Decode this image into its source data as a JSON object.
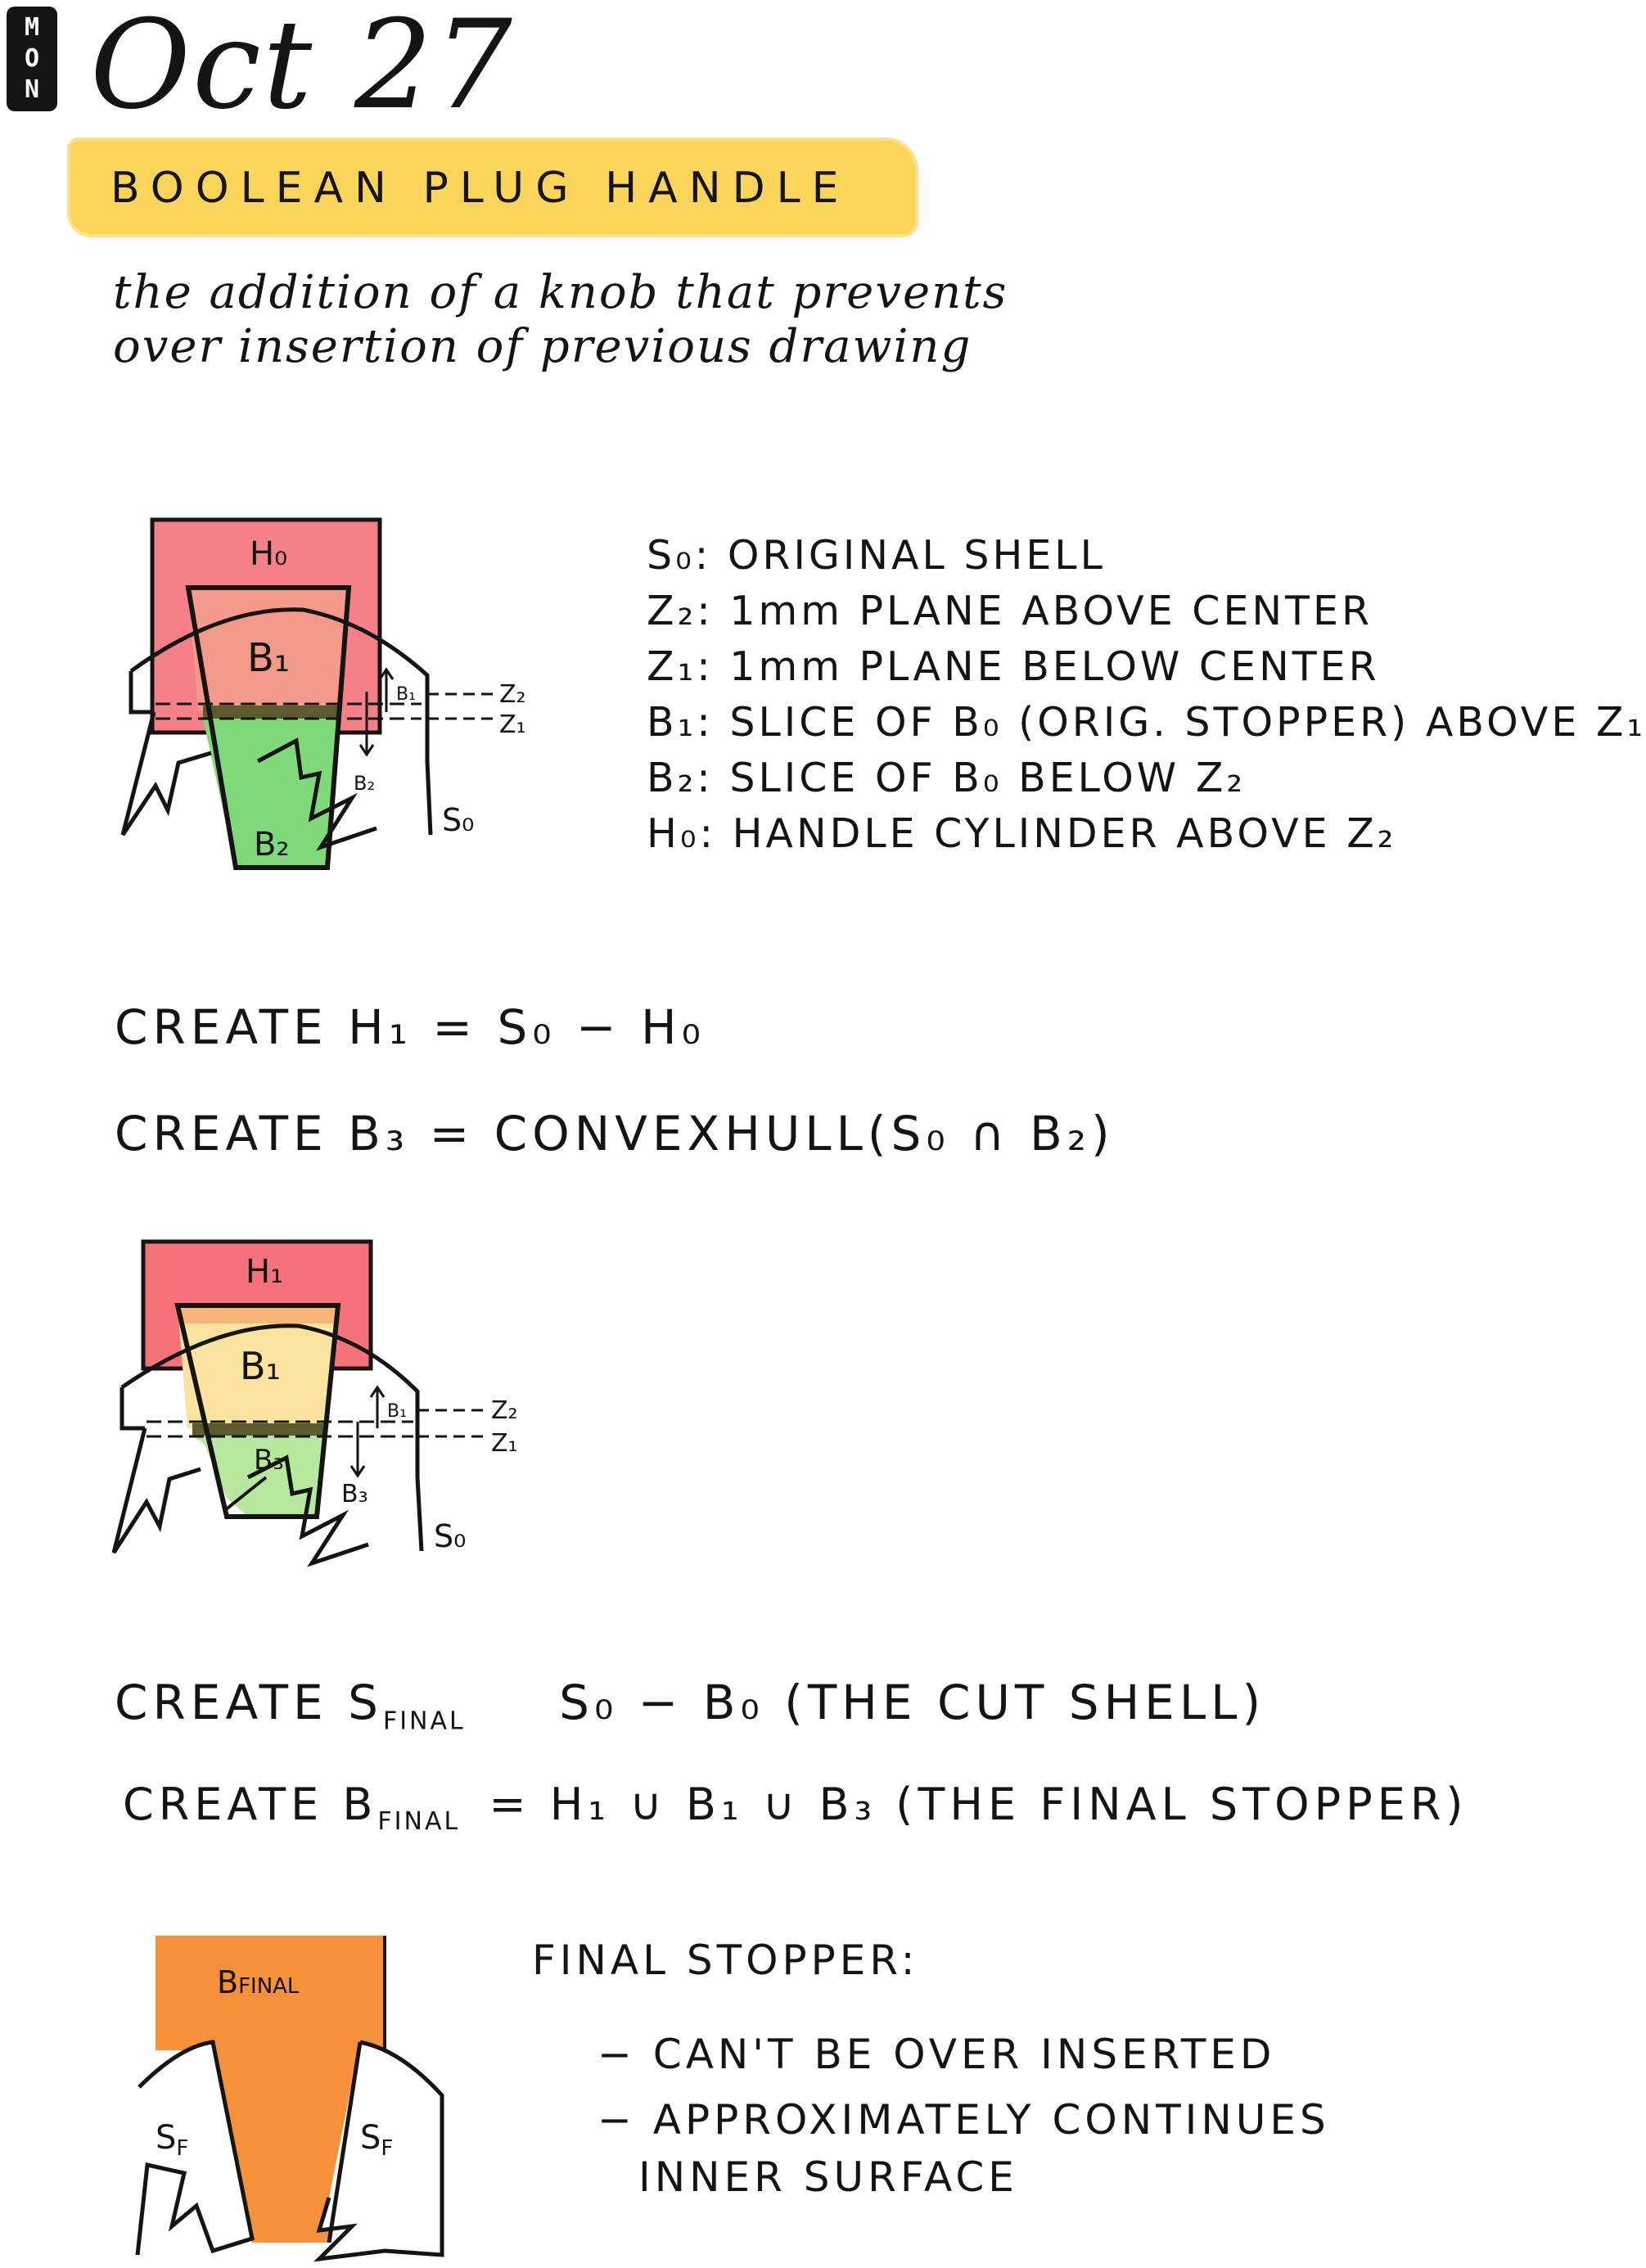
{
  "header": {
    "day": [
      "M",
      "O",
      "N"
    ],
    "date": "Oct 27"
  },
  "banner": {
    "title": "BOOLEAN PLUG HANDLE"
  },
  "intro": {
    "line1": "the addition of a knob that prevents",
    "line2": "over insertion of previous drawing"
  },
  "diagram1": {
    "labels": {
      "h0": "H₀",
      "b1": "B₁",
      "b2": "B₂",
      "b_small": "B₂",
      "b1_arrow": "B₁",
      "z2": "Z₂",
      "z1": "Z₁",
      "s0": "S₀"
    },
    "colors": {
      "handle": "#f4727a",
      "slice_upper": "#f39a8a",
      "slice_lower": "#7fd97a",
      "band": "#5a5a2a"
    }
  },
  "legend": {
    "items": [
      "S₀: ORIGINAL SHELL",
      "Z₂: 1mm PLANE ABOVE CENTER",
      "Z₁: 1mm PLANE BELOW CENTER",
      "B₁: SLICE OF B₀ (ORIG. STOPPER) ABOVE Z₁",
      "B₂: SLICE OF B₀ BELOW Z₂",
      "H₀: HANDLE CYLINDER ABOVE Z₂"
    ]
  },
  "ops1": {
    "create_h1": "CREATE H₁ = S₀ − H₀",
    "create_b3": "CREATE B₃ = CONVEXHULL(S₀ ∩ B₂)"
  },
  "diagram2": {
    "labels": {
      "h1": "H₁",
      "b1": "B₁",
      "b3": "B₃",
      "b3_arrow": "B₃",
      "b1_arrow": "B₁",
      "z2": "Z₂",
      "z1": "Z₁",
      "s0": "S₀"
    },
    "colors": {
      "handle": "#f4727a",
      "slice_upper": "#fde3a0",
      "slice_lower": "#b6e89e",
      "band": "#5a5a2a"
    }
  },
  "ops2": {
    "create_sfinal": "CREATE S",
    "sfinal_sub": "FINAL",
    "sfinal_expr": "S₀ − B₀  (THE CUT SHELL)",
    "create_bfinal": "CREATE B",
    "bfinal_sub": "FINAL",
    "bfinal_expr": "= H₁ ∪ B₁ ∪ B₃  (THE FINAL STOPPER)"
  },
  "diagram3": {
    "labels": {
      "bfinal": "B",
      "bfinal_sub": "FINAL",
      "sf_left": "S",
      "sf_right": "S",
      "sf_sub": "F"
    },
    "colors": {
      "stopper": "#f7903a"
    }
  },
  "notes": {
    "title": "FINAL STOPPER:",
    "point1": "− CAN'T BE OVER INSERTED",
    "point2a": "− APPROXIMATELY CONTINUES",
    "point2b": "INNER SURFACE"
  }
}
